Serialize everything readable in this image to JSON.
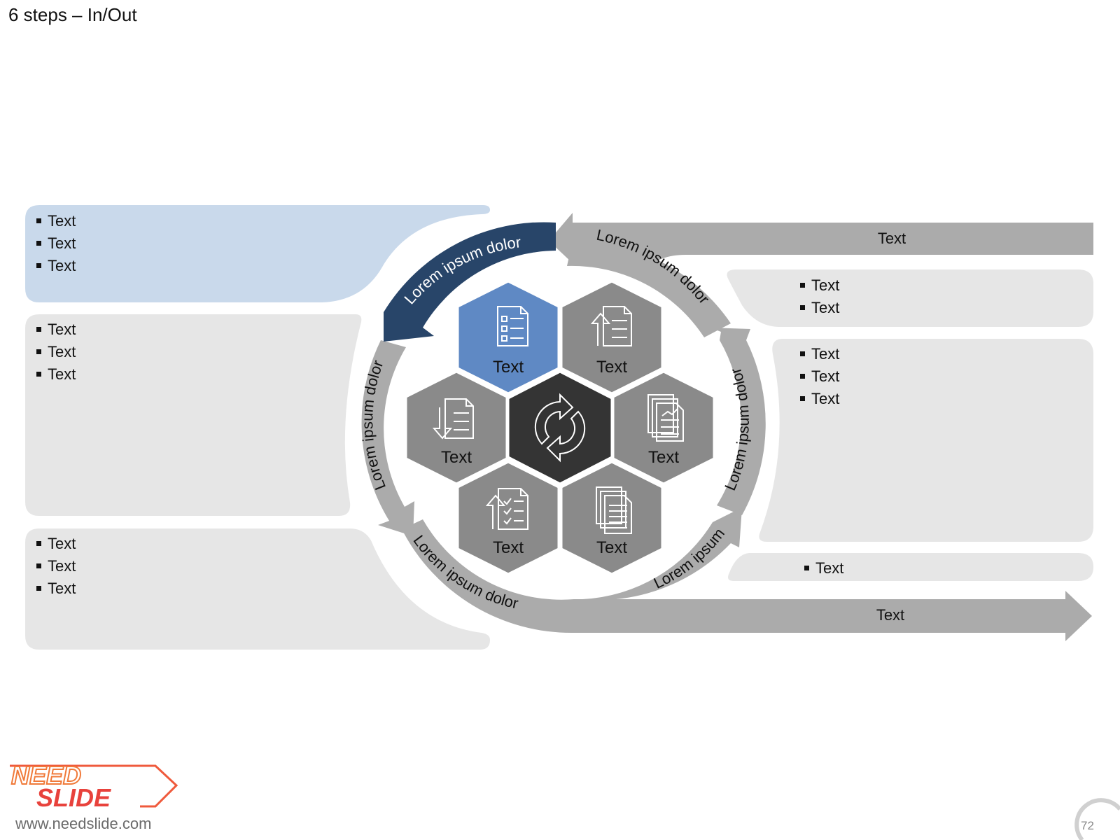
{
  "slide": {
    "title": "6 steps – In/Out",
    "page_number": "72"
  },
  "brand": {
    "logo_line1": "NEED",
    "logo_line2": "SLIDE",
    "url": "www.needslide.com"
  },
  "left_panels": [
    {
      "bullets": [
        "Text",
        "Text",
        "Text"
      ]
    },
    {
      "bullets": [
        "Text",
        "Text",
        "Text"
      ]
    },
    {
      "bullets": [
        "Text",
        "Text",
        "Text"
      ]
    }
  ],
  "right_panels": [
    {
      "bullets": [
        "Text",
        "Text"
      ]
    },
    {
      "bullets": [
        "Text",
        "Text",
        "Text"
      ]
    },
    {
      "bullets": [
        "Text"
      ]
    }
  ],
  "arrows": {
    "top_label": "Text",
    "bottom_label": "Text"
  },
  "cycle_labels": {
    "top_left": "Lorem ipsum dolor",
    "top_right": "Lorem ipsum dolor",
    "right": "Lorem ipsum dolor",
    "bottom_right": "Lorem ipsum",
    "bottom_left": "Lorem ipsum dolor",
    "left": "Lorem ipsum dolor"
  },
  "hexagons": [
    {
      "label": "Text",
      "icon": "checklist-document-icon"
    },
    {
      "label": "Text",
      "icon": "upload-document-icon"
    },
    {
      "label": "Text",
      "icon": "download-document-icon"
    },
    {
      "label": "Text",
      "icon": "report-chart-document-icon"
    },
    {
      "label": "Text",
      "icon": "upload-checklist-icon"
    },
    {
      "label": "Text",
      "icon": "stacked-documents-icon"
    }
  ],
  "center_icon": "refresh-cycle-icon",
  "colors": {
    "accent_blue": "#5f89c4",
    "dark_blue": "#284569",
    "light_blue_panel": "#c9d9eb",
    "panel_gray": "#e6e6e6",
    "arrow_gray": "#ababab",
    "hex_gray": "#8a8a8a",
    "center_dark": "#343434"
  }
}
